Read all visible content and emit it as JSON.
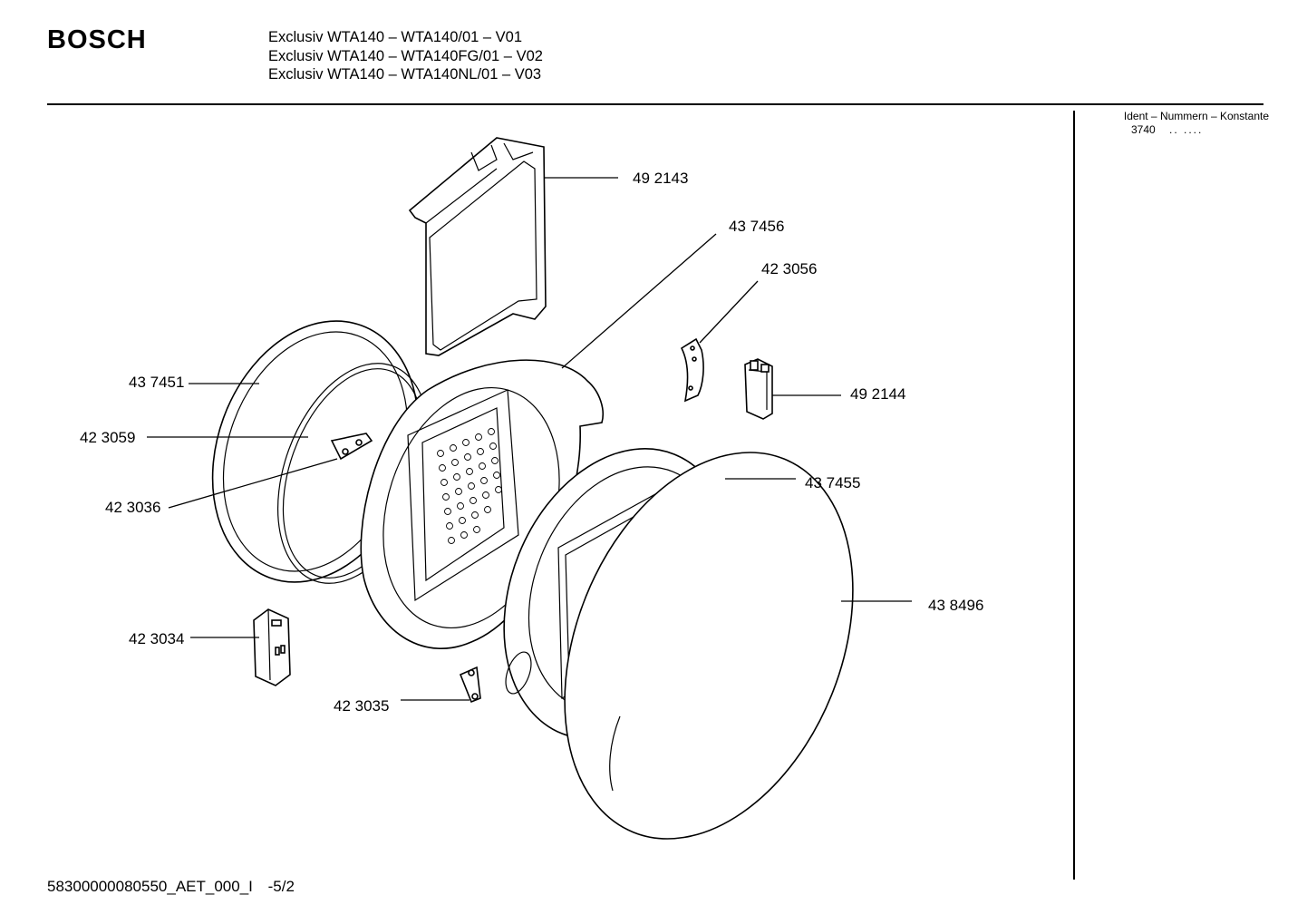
{
  "header": {
    "brand": "BOSCH",
    "models": [
      "Exclusiv WTA140 – WTA140/01 – V01",
      "Exclusiv WTA140 – WTA140FG/01 – V02",
      "Exclusiv WTA140 – WTA140NL/01 – V03"
    ]
  },
  "ident": {
    "label": "Ident – Nummern – Konstante",
    "code": "3740",
    "dots": ".. ...."
  },
  "parts": [
    {
      "id": "492143",
      "label": "49 2143"
    },
    {
      "id": "437456",
      "label": "43 7456"
    },
    {
      "id": "423056",
      "label": "42 3056"
    },
    {
      "id": "437451",
      "label": "43 7451"
    },
    {
      "id": "492144",
      "label": "49 2144"
    },
    {
      "id": "423059",
      "label": "42 3059"
    },
    {
      "id": "437455",
      "label": "43 7455"
    },
    {
      "id": "423036",
      "label": "42 3036"
    },
    {
      "id": "438496",
      "label": "43 8496"
    },
    {
      "id": "423034",
      "label": "42 3034"
    },
    {
      "id": "423035",
      "label": "42 3035"
    }
  ],
  "footer": {
    "doc_number": "58300000080550_AET_000_I",
    "sheet": "-5/2"
  }
}
